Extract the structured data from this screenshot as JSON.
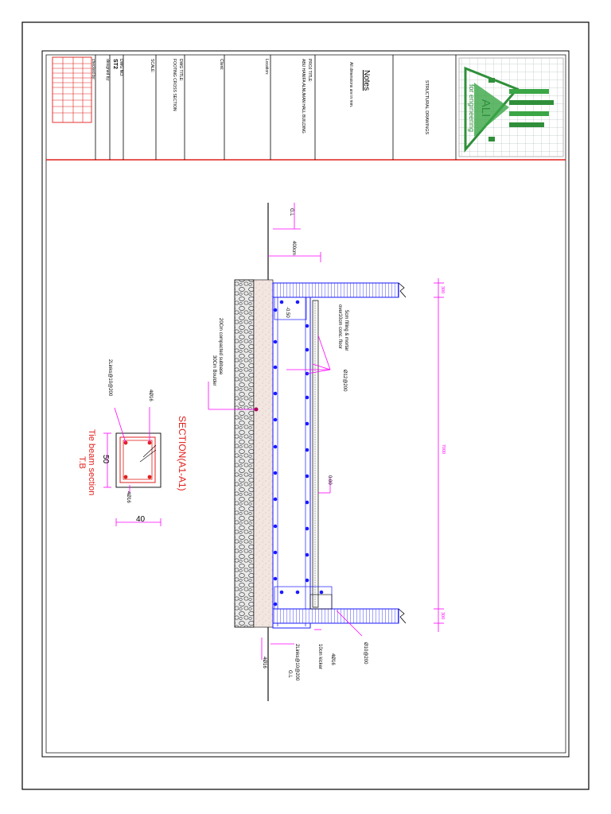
{
  "title_block": {
    "brand_name": "ALI",
    "brand_tagline": "for engineering",
    "drawing_type": "STRUCTURAL DRAWINGS",
    "notes_heading": "Notes",
    "notes_text": "All dimensions are in mm.",
    "proj_title_label": "PROJ TITLE:",
    "proj_title_value": "ABU HANIFA ALNUMAN HALL BUILDING",
    "location_label": "Location:",
    "client_label": "Client:",
    "dwg_title_label": "DWG TITLE:",
    "dwg_title_value": "FOOTING CROSS SECTION",
    "scale_label": "SCALE:",
    "dwg_no_label": "DWG NO:",
    "dwg_no_value": "ST2",
    "designed_label": "designed by:",
    "checked_label": "checked by:"
  },
  "section": {
    "title": "SECTION(A1-A1)",
    "gl_top": "G.L",
    "gl_bottom": "G.L",
    "dim_400": "400cm",
    "dim_total": "7000",
    "dim_left_wall": "300",
    "dim_right_wall": "300",
    "level_000": "0.00",
    "level_050": "-0.50",
    "note_screed_1": "5cm filling & mortar",
    "note_screed_2": "over10cm conc. floor",
    "note_mesh": "Ø12@200",
    "note_subbase": "20Cm compacted subbase",
    "note_boulder": "30Cm Boulder",
    "note_kicker": "10cm kicker",
    "note_links": "2Links@10@200",
    "note_vertical": "Ø10@200",
    "note_4d16_a": "4Ø16",
    "note_4d16_b": "4Ø16"
  },
  "tie_beam": {
    "title_1": "Tie beam section",
    "title_2": "T.B",
    "links": "2Links@10@200",
    "top_bars": "4Ø16",
    "bottom_bars": "4Ø16",
    "dim_height": "50",
    "dim_width": "40"
  },
  "colors": {
    "frame": "#000000",
    "title_divider": "#e0201c",
    "rebar": "#1a1aff",
    "dimension": "#ff00ff",
    "label_red": "#e0201c",
    "soil_fill": "#f2e6e1"
  }
}
